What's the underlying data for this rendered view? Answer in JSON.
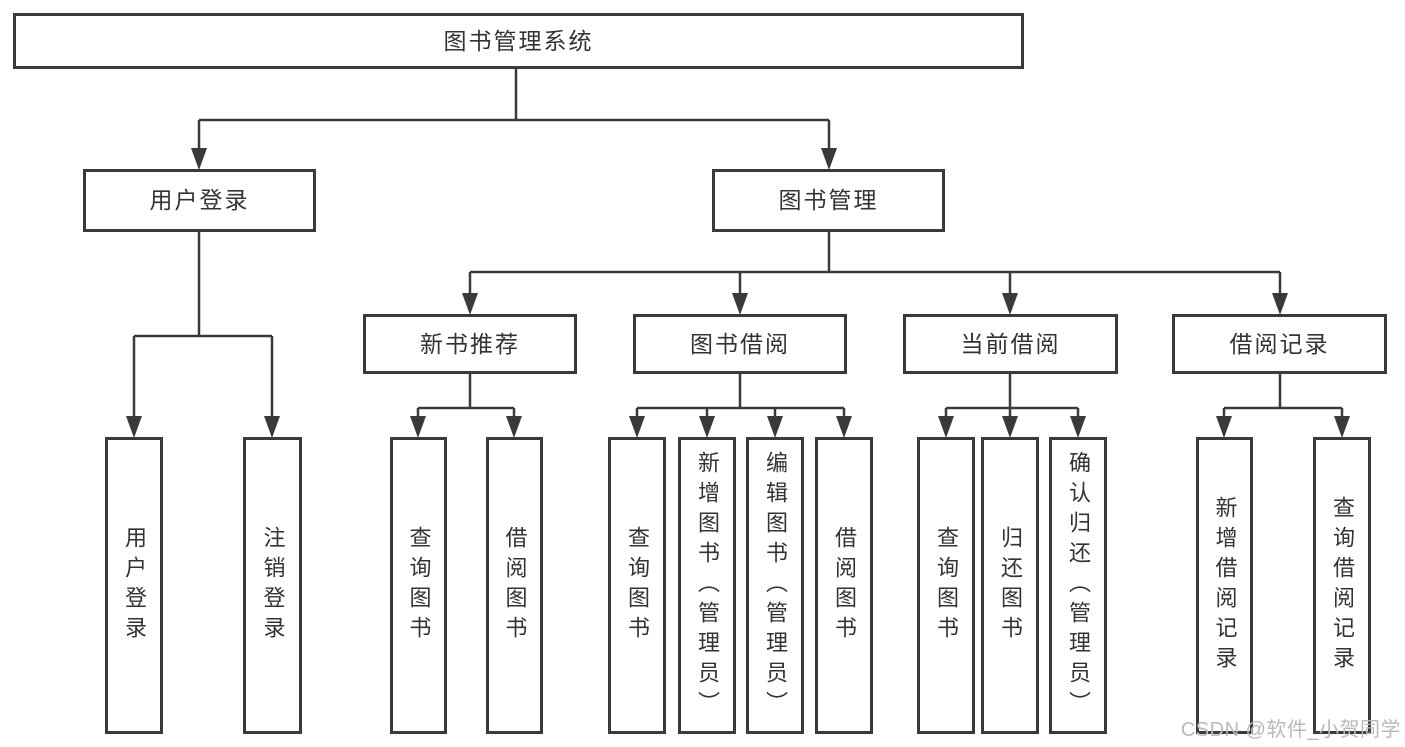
{
  "diagram": {
    "root": {
      "label": "图书管理系统"
    },
    "level2": [
      {
        "label": "用户登录"
      },
      {
        "label": "图书管理"
      }
    ],
    "level3": [
      {
        "label": "新书推荐"
      },
      {
        "label": "图书借阅"
      },
      {
        "label": "当前借阅"
      },
      {
        "label": "借阅记录"
      }
    ],
    "leaves": {
      "user_login": [
        {
          "label": "用户登录"
        },
        {
          "label": "注销登录"
        }
      ],
      "new_book_recommend": [
        {
          "label": "查询图书"
        },
        {
          "label": "借阅图书"
        }
      ],
      "book_borrow": [
        {
          "label": "查询图书"
        },
        {
          "label": "新增图书（管理员）"
        },
        {
          "label": "编辑图书（管理员）"
        },
        {
          "label": "借阅图书"
        }
      ],
      "current_borrow": [
        {
          "label": "查询图书"
        },
        {
          "label": "归还图书"
        },
        {
          "label": "确认归还（管理员）"
        }
      ],
      "borrow_records": [
        {
          "label": "新增借阅记录"
        },
        {
          "label": "查询借阅记录"
        }
      ]
    }
  },
  "watermark": {
    "text": "CSDN @软件_小贺同学"
  },
  "colors": {
    "line": "#3a3a3a",
    "text": "#333333",
    "watermark": "#b9b9b9",
    "background": "#ffffff"
  }
}
